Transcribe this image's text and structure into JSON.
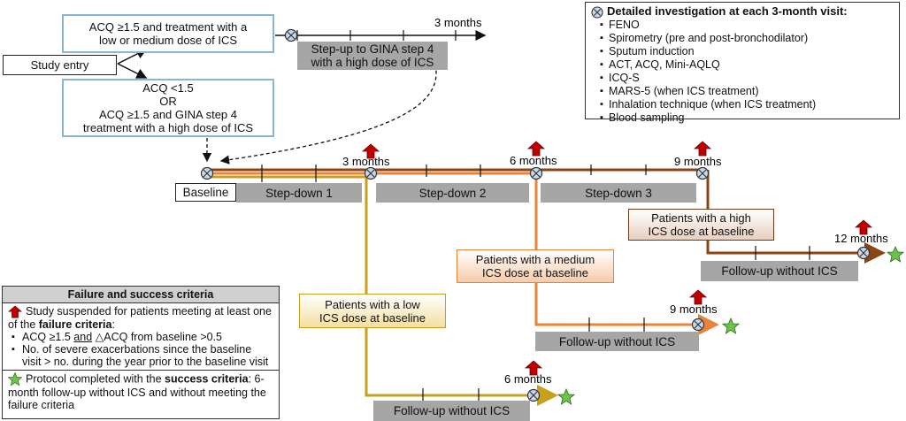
{
  "entry": {
    "study_entry": "Study entry",
    "box_upper": [
      "ACQ ≥1.5 and treatment with a",
      "low or medium dose of ICS"
    ],
    "box_lower": [
      "ACQ <1.5",
      "OR",
      "ACQ ≥1.5 and GINA step 4",
      "treatment with a high dose of ICS"
    ],
    "top_months": "3 months",
    "stepup": [
      "Step-up to GINA step 4",
      "with a high dose of ICS"
    ]
  },
  "timeline": {
    "baseline": "Baseline",
    "stepdown1": "Step-down 1",
    "stepdown2": "Step-down 2",
    "stepdown3": "Step-down 3",
    "m3": "3 months",
    "m6": "6 months",
    "m9": "9 months"
  },
  "branches": {
    "high": {
      "label": [
        "Patients with a high",
        "ICS dose at baseline"
      ],
      "months": "12 months",
      "followup": "Follow-up without ICS"
    },
    "medium": {
      "label": [
        "Patients with a medium",
        "ICS dose at baseline"
      ],
      "months": "9 months",
      "followup": "Follow-up without ICS"
    },
    "low": {
      "label": [
        "Patients with a low",
        "ICS dose at baseline"
      ],
      "months": "6 months",
      "followup": "Follow-up without ICS"
    }
  },
  "legend_right": {
    "title": "Detailed investigation at each 3-month visit",
    "items": [
      "FENO",
      "Spirometry (pre and post-bronchodilator)",
      "Sputum induction",
      "ACT, ACQ, Mini-AQLQ",
      "ICQ-S",
      "MARS-5 (when ICS treatment)",
      "Inhalation technique (when ICS treatment)",
      "Blood sampling"
    ]
  },
  "legend_left": {
    "title": "Failure and success criteria",
    "suspended_pre": "Study suspended for patients meeting at least one of the",
    "failure_bold": "failure criteria",
    "suspended_post": ":",
    "crit1_a": "ACQ ≥1.5",
    "crit1_and": "and",
    "crit1_b": "△ACQ from baseline >0.5",
    "crit2": "No. of severe exacerbations since the baseline visit > no. during the year prior to the baseline visit",
    "success_pre": "Protocol completed with the",
    "success_bold": "success criteria",
    "success_post": ": 6-month follow-up without ICS and without meeting the failure criteria"
  },
  "colors": {
    "blue_border": "#8cb4d6",
    "grey_bar": "#a6a6a6",
    "gold": "#c8a01e",
    "orange": "#e8833a",
    "brown": "#8b4513",
    "red_arrow": "#c00000",
    "star": "#6cc24a",
    "visit_fill": "#c9d9ec"
  },
  "icons": [
    "visit-marker-icon",
    "red-up-arrow-icon",
    "green-star-icon"
  ]
}
